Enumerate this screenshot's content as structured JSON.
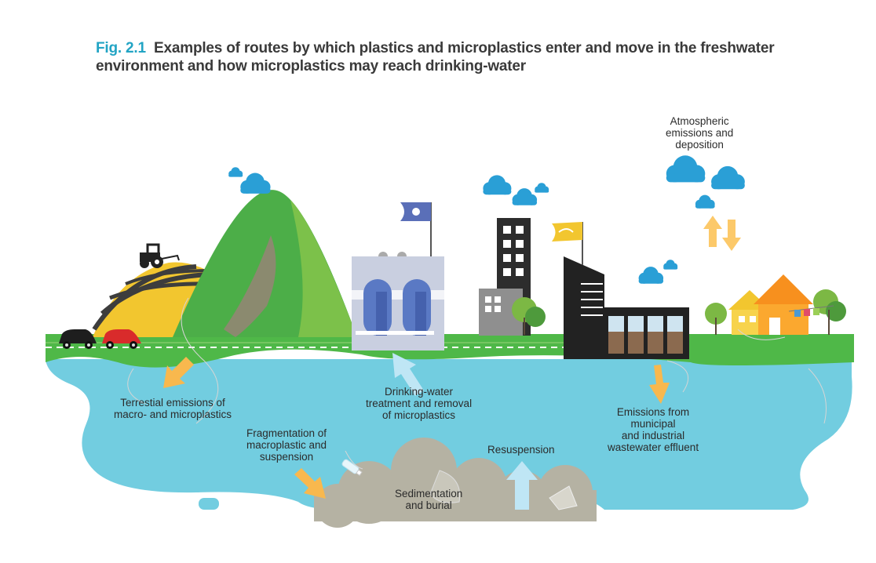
{
  "title": {
    "figure_number": "Fig. 2.1",
    "line1": "Examples of routes by which plastics and microplastics enter and move in the freshwater",
    "line2": "environment and how microplastics may reach drinking-water"
  },
  "labels": {
    "atmospheric": [
      "Atmospheric",
      "emissions and",
      "deposition"
    ],
    "terrestrial": [
      "Terrestial emissions of",
      "macro- and microplastics"
    ],
    "drinking_water": [
      "Drinking-water",
      "treatment and removal",
      "of microplastics"
    ],
    "emissions_wastewater": [
      "Emissions from",
      "municipal",
      "and industrial",
      "wastewater effluent"
    ],
    "fragmentation": [
      "Fragmentation of",
      "macroplastic and",
      "suspension"
    ],
    "resuspension": [
      "Resuspension"
    ],
    "sedimentation": [
      "Sedimentation",
      "and burial"
    ]
  },
  "colors": {
    "figure_number": "#22a4c4",
    "water": "#72cde0",
    "grass": "#4fb848",
    "arrow_orange": "#f8b84e",
    "arrow_blue": "#bfe6f5",
    "cloud": "#2a9fd6",
    "sediment": "#b5b2a3"
  }
}
